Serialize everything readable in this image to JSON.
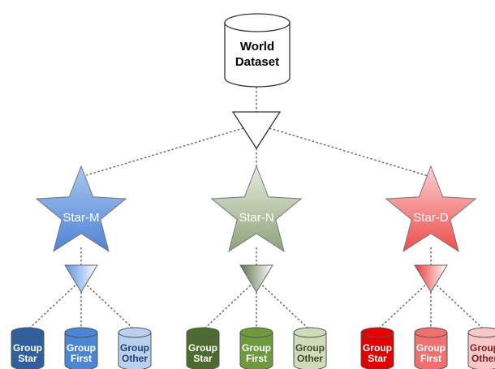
{
  "root": {
    "label_line1": "World",
    "label_line2": "Dataset"
  },
  "branches": [
    {
      "label": "Star-M",
      "star_color": "#4f84d6",
      "star_color_light": "#a9c6f0",
      "text_color": "#ffffff",
      "filter_color": "#5b93e0",
      "groups": [
        {
          "line1": "Group",
          "line2": "Star",
          "color": "#2f5f9e",
          "text_color": "#ffffff"
        },
        {
          "line1": "Group",
          "line2": "First",
          "color": "#4c86d2",
          "text_color": "#ffffff"
        },
        {
          "line1": "Group",
          "line2": "Other",
          "color": "#b9d0ef",
          "text_color": "#1f3f6e"
        }
      ]
    },
    {
      "label": "Star-N",
      "star_color": "#8ea37c",
      "star_color_light": "#e5ecdd",
      "text_color": "#ffffff",
      "filter_color": "#5f7350",
      "groups": [
        {
          "line1": "Group",
          "line2": "Star",
          "color": "#4e6b2f",
          "text_color": "#ffffff"
        },
        {
          "line1": "Group",
          "line2": "First",
          "color": "#6e9a3d",
          "text_color": "#ffffff"
        },
        {
          "line1": "Group",
          "line2": "Other",
          "color": "#cfdcbc",
          "text_color": "#3a4d24"
        }
      ]
    },
    {
      "label": "Star-D",
      "star_color": "#ee4d4d",
      "star_color_light": "#fbd0d0",
      "text_color": "#ffffff",
      "filter_color": "#e83a3a",
      "groups": [
        {
          "line1": "Group",
          "line2": "Star",
          "color": "#e00000",
          "text_color": "#ffffff"
        },
        {
          "line1": "Group",
          "line2": "First",
          "color": "#f07070",
          "text_color": "#ffffff"
        },
        {
          "line1": "Group",
          "line2": "Other",
          "color": "#f8c8c8",
          "text_color": "#7a1e1e"
        }
      ]
    }
  ]
}
